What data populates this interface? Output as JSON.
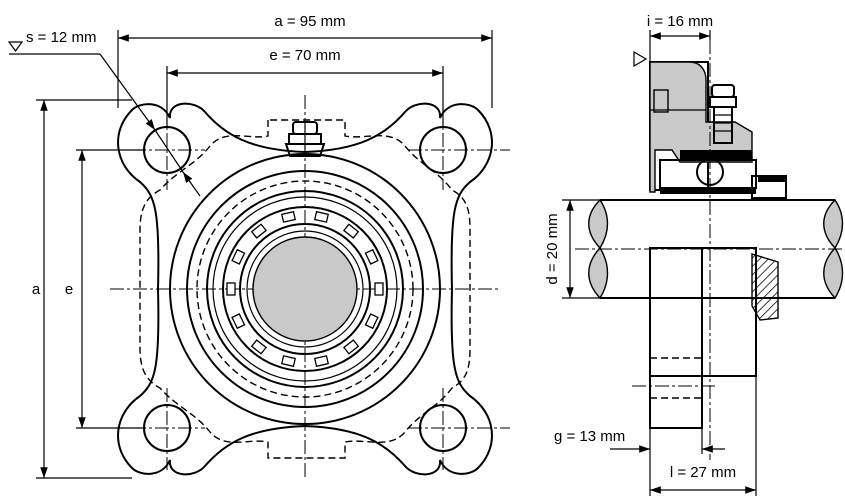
{
  "dimensions": {
    "s": "s = 12 mm",
    "a_top": "a = 95 mm",
    "e_top": "e = 70 mm",
    "a_side": "a",
    "e_side": "e",
    "i": "i = 16 mm",
    "d": "d = 20 mm",
    "g": "g = 13 mm",
    "l": "l = 27 mm"
  }
}
